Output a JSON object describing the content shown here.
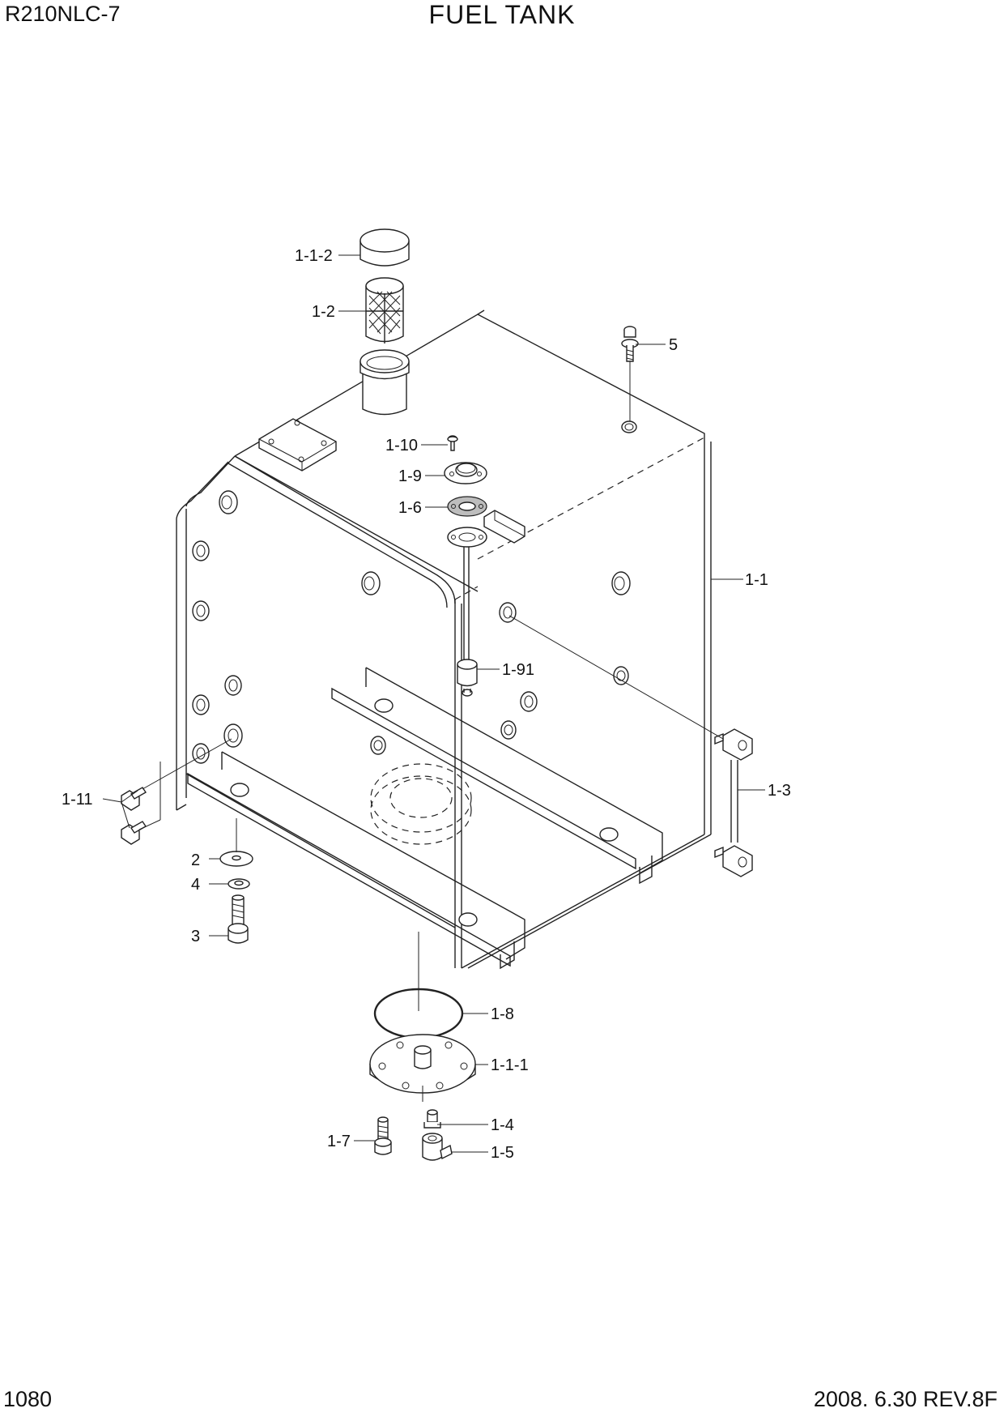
{
  "header": {
    "model": "R210NLC-7",
    "title": "FUEL TANK"
  },
  "footer": {
    "page_number": "1080",
    "revision": "2008. 6.30  REV.8F"
  },
  "callouts": {
    "c_1_1_2": "1-1-2",
    "c_1_2": "1-2",
    "c_5": "5",
    "c_1_10": "1-10",
    "c_1_9": "1-9",
    "c_1_6": "1-6",
    "c_1_1": "1-1",
    "c_1_91": "1-91",
    "c_1_3": "1-3",
    "c_1_11": "1-11",
    "c_2": "2",
    "c_4": "4",
    "c_3": "3",
    "c_1_8": "1-8",
    "c_1_1_1": "1-1-1",
    "c_1_4": "1-4",
    "c_1_7": "1-7",
    "c_1_5": "1-5"
  }
}
